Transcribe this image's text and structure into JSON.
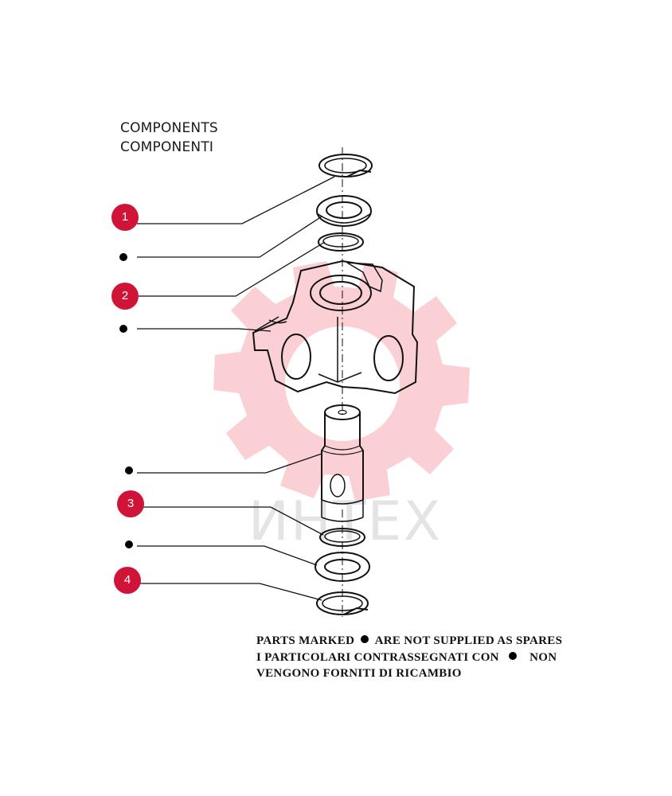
{
  "header": {
    "title_en": "COMPONENTS",
    "title_it": "COMPONENTI"
  },
  "watermark": {
    "text": "ИНТЕХ",
    "gear_color": "#f6a9b0"
  },
  "callouts": [
    {
      "label": "1"
    },
    {
      "label": "2"
    },
    {
      "label": "3"
    },
    {
      "label": "4"
    }
  ],
  "colors": {
    "callout_fill": "#d01437",
    "line": "#111111"
  },
  "note": {
    "line1_before": "PARTS MARKED",
    "line1_after": "ARE NOT SUPPLIED AS SPARES",
    "line2_before": "I PARTICOLARI CONTRASSEGNATI CON",
    "line2_after": "NON",
    "line3": "VENGONO FORNITI DI RICAMBIO"
  }
}
